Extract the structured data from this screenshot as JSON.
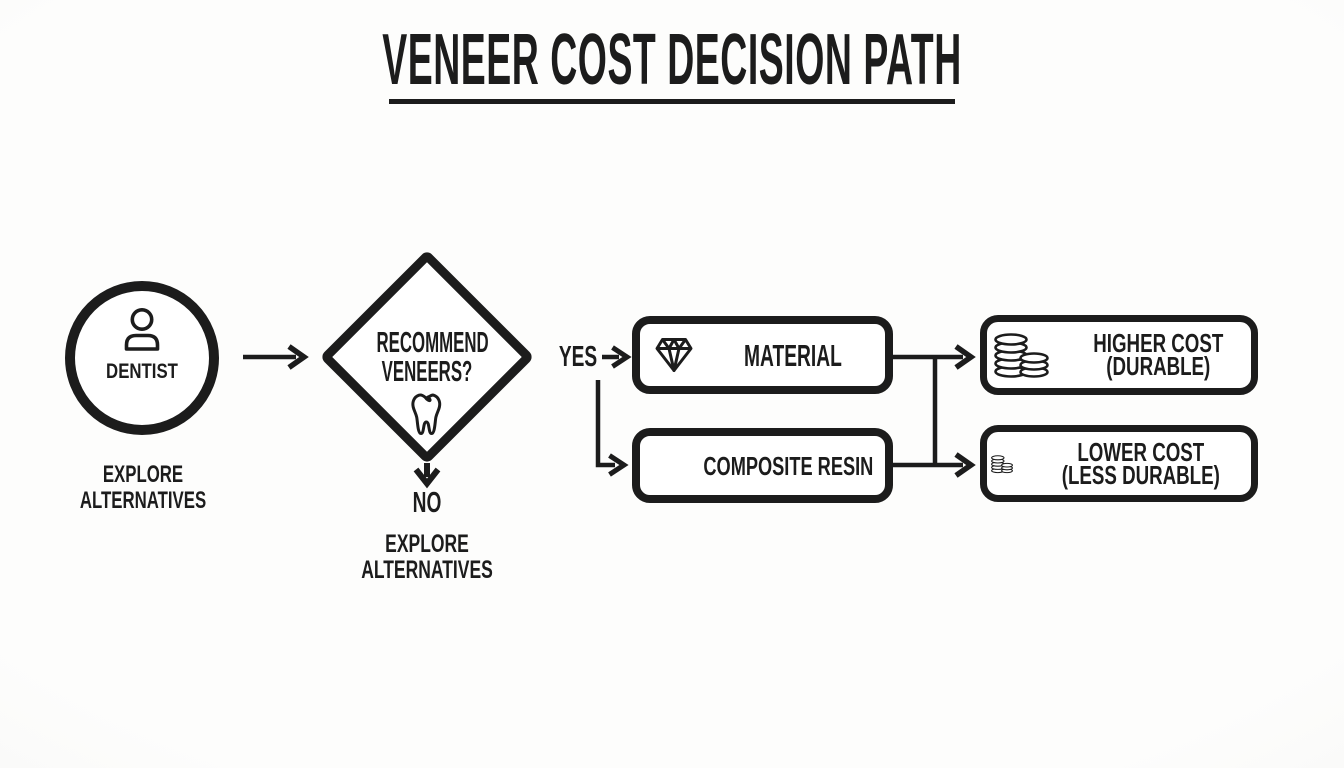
{
  "theme": {
    "ink": "#1c1c1c",
    "paper": "#fbfbf9",
    "node_fill": "#ffffff"
  },
  "title": {
    "text": "VENEER COST DECISION PATH"
  },
  "flowchart": {
    "start": {
      "label": "DENTIST",
      "icon": "person-icon",
      "caption": {
        "lines": [
          "EXPLORE",
          "ALTERNATIVES"
        ]
      }
    },
    "decision": {
      "icon": "tooth-icon",
      "question": {
        "lines": [
          "RECOMMEND",
          "VENEERS?"
        ]
      },
      "yes_label": "YES",
      "no_label": "NO",
      "no_caption": {
        "lines": [
          "EXPLORE",
          "ALTERNATIVES"
        ]
      }
    },
    "options": [
      {
        "label": "MATERIAL",
        "icon": "gem-icon"
      },
      {
        "label": "COMPOSITE RESIN"
      }
    ],
    "outcomes": [
      {
        "icon": "coins-icon",
        "lines": [
          "HIGHER COST",
          "(DURABLE)"
        ]
      },
      {
        "icon": "coins-icon",
        "lines": [
          "LOWER COST",
          "(LESS DURABLE)"
        ]
      }
    ]
  }
}
